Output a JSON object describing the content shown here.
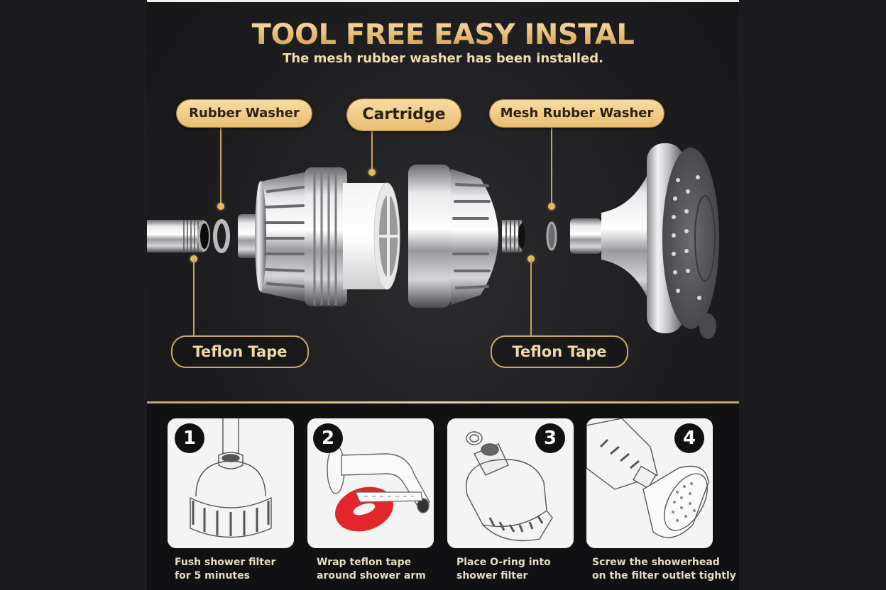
{
  "header": {
    "title": "TOOL FREE  EASY INSTAL",
    "subtitle": "The mesh rubber washer has been installed."
  },
  "callouts": {
    "rubber_washer": "Rubber Washer",
    "cartridge": "Cartridge",
    "mesh_rubber_washer": "Mesh Rubber Washer",
    "teflon_tape_left": "Teflon Tape",
    "teflon_tape_right": "Teflon Tape"
  },
  "steps": [
    {
      "number": "1",
      "caption": "Fush shower filter\nfor 5 minutes",
      "icon": "flush-filter-icon"
    },
    {
      "number": "2",
      "caption": "Wrap teflon tape\naround shower arm",
      "icon": "teflon-wrap-icon"
    },
    {
      "number": "3",
      "caption": "Place O-ring into\nshower filter",
      "icon": "o-ring-filter-icon"
    },
    {
      "number": "4",
      "caption": "Screw the showerhead\non the filter outlet tightly",
      "icon": "showerhead-screw-icon"
    }
  ],
  "colors": {
    "gold": "#e8bd72",
    "gold_line": "#c9a35e",
    "panel_bg": "#1e1e20",
    "outer_bg": "#1c1c1e",
    "card_bg": "#f4f4f4",
    "tape_red": "#e2262b"
  }
}
